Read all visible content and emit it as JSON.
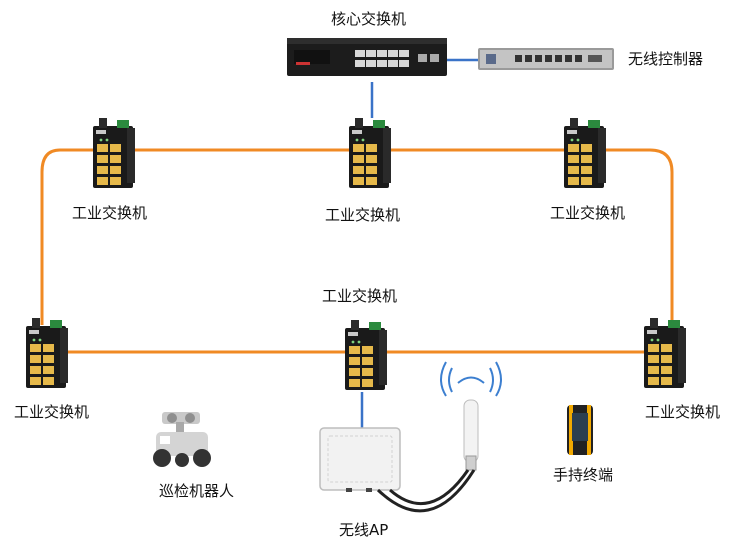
{
  "labels": {
    "core_switch": "核心交换机",
    "wireless_controller": "无线控制器",
    "industrial_switch": "工业交换机",
    "inspection_robot": "巡检机器人",
    "handheld_terminal": "手持终端",
    "wireless_ap": "无线AP"
  },
  "colors": {
    "fiber_ring": "#f08a24",
    "ethernet_link": "#3a73c8",
    "device_dark": "#1c1c1c",
    "port_amber": "#e6b94a"
  }
}
